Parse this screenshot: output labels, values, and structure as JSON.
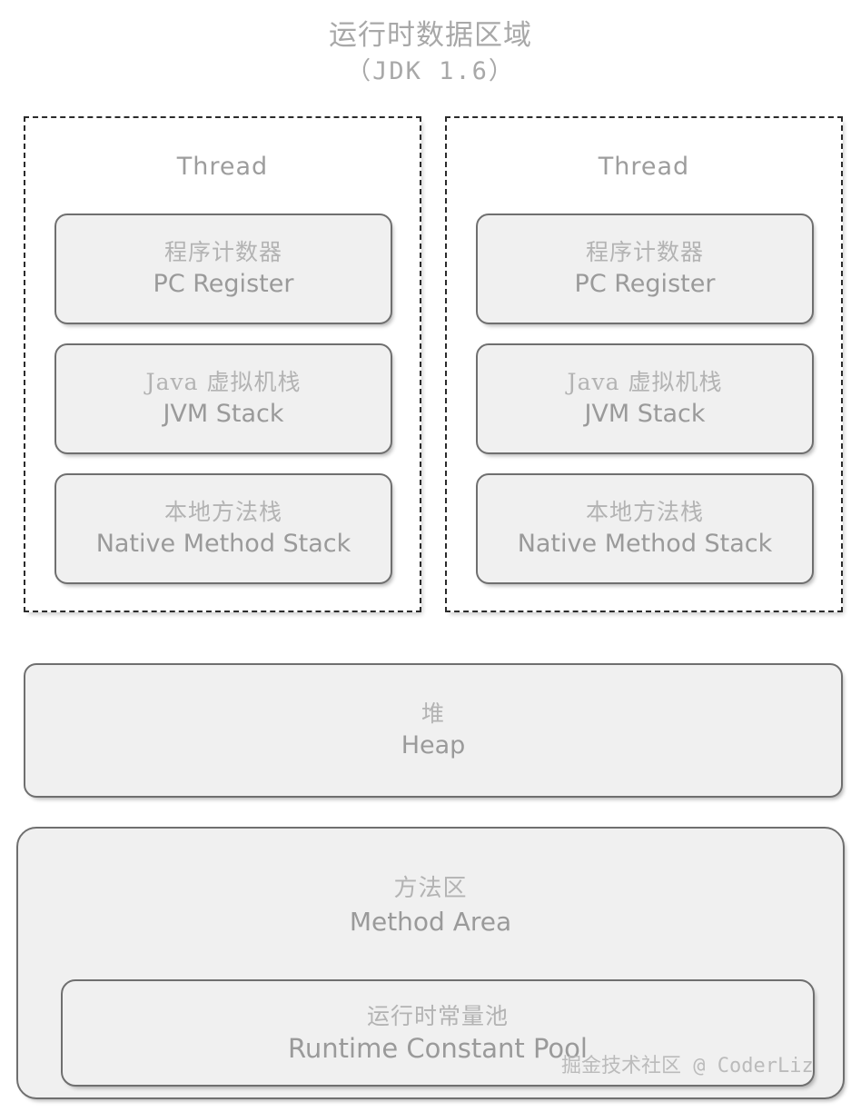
{
  "diagram": {
    "title_cn": "运行时数据区域",
    "title_en": "（JDK 1.6）",
    "watermark": "掘金技术社区 @ CoderLiz",
    "colors": {
      "background": "#ffffff",
      "box_fill": "#f0f0f0",
      "box_border": "#6f6f6f",
      "dashed_border": "#2b2b2b",
      "text_cn": "#b3b3b3",
      "text_en": "#9a9a9a",
      "title": "#a8a8a8"
    },
    "threads": [
      {
        "label": "Thread",
        "regions": [
          {
            "cn": "程序计数器",
            "en": "PC Register"
          },
          {
            "cn": "Java 虚拟机栈",
            "en": "JVM Stack"
          },
          {
            "cn": "本地方法栈",
            "en": "Native Method Stack"
          }
        ]
      },
      {
        "label": "Thread",
        "regions": [
          {
            "cn": "程序计数器",
            "en": "PC Register"
          },
          {
            "cn": "Java 虚拟机栈",
            "en": "JVM Stack"
          },
          {
            "cn": "本地方法栈",
            "en": "Native Method Stack"
          }
        ]
      }
    ],
    "heap": {
      "cn": "堆",
      "en": "Heap"
    },
    "method_area": {
      "cn": "方法区",
      "en": "Method Area",
      "constant_pool": {
        "cn": "运行时常量池",
        "en": "Runtime Constant Pool"
      }
    }
  }
}
